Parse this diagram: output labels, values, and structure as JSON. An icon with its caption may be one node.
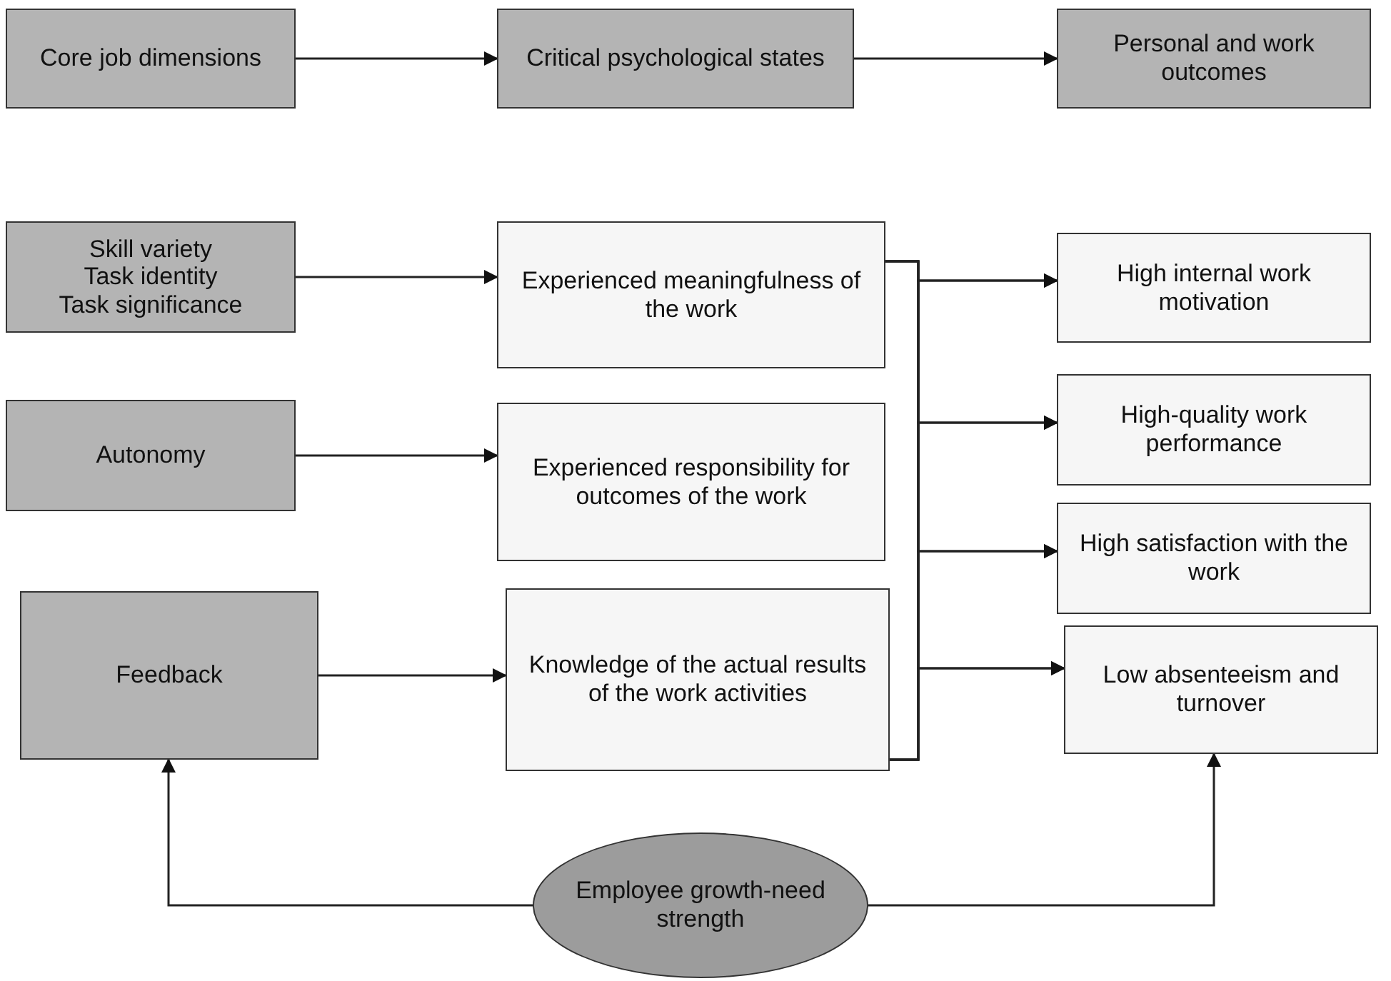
{
  "diagram": {
    "nodes": [
      {
        "text": [
          "Core job dimensions"
        ]
      },
      {
        "text": [
          "Critical psychological states"
        ]
      },
      {
        "text": [
          "Personal and work outcomes"
        ]
      },
      {
        "text": [
          "Skill variety",
          "Task identity",
          "Task significance"
        ]
      },
      {
        "text": [
          "Experienced meaningfulness of the work"
        ]
      },
      {
        "text": [
          "High internal work motivation"
        ]
      },
      {
        "text": [
          "Autonomy"
        ]
      },
      {
        "text": [
          "Experienced responsibility for outcomes of the work"
        ]
      },
      {
        "text": [
          "High-quality work performance"
        ]
      },
      {
        "text": [
          "High satisfaction with the work"
        ]
      },
      {
        "text": [
          "Feedback"
        ]
      },
      {
        "text": [
          "Knowledge of the actual results of the work activities"
        ]
      },
      {
        "text": [
          "Low absenteeism and turnover"
        ]
      },
      {
        "text": [
          "Employee growth-need strength"
        ]
      }
    ],
    "edges": [
      {
        "from": 0,
        "to": 1,
        "arrow": "to"
      },
      {
        "from": 1,
        "to": 2,
        "arrow": "to"
      },
      {
        "from": 3,
        "to": 4,
        "arrow": "to"
      },
      {
        "from": 6,
        "to": 7,
        "arrow": "to"
      },
      {
        "from": 10,
        "to": 11,
        "arrow": "to"
      },
      {
        "from": 4,
        "to": 5,
        "arrow": "to"
      },
      {
        "from": 4,
        "to": 8,
        "arrow": "to"
      },
      {
        "from": 4,
        "to": 9,
        "arrow": "to"
      },
      {
        "from": 4,
        "to": 12,
        "arrow": "to"
      },
      {
        "from": 11,
        "to": 5,
        "arrow": "to"
      },
      {
        "from": 11,
        "to": 8,
        "arrow": "to"
      },
      {
        "from": 11,
        "to": 9,
        "arrow": "to"
      },
      {
        "from": 11,
        "to": 12,
        "arrow": "to"
      },
      {
        "from": 13,
        "to": 10,
        "arrow": "to"
      },
      {
        "from": 13,
        "to": 12,
        "arrow": "to"
      }
    ]
  }
}
